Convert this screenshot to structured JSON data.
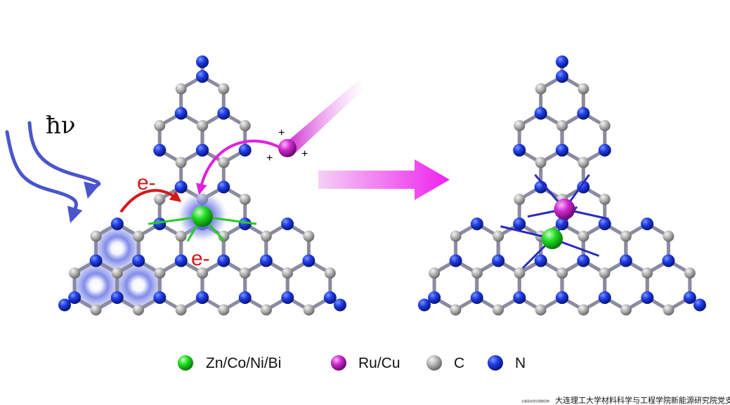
{
  "diagram": {
    "photon_label": "ħν",
    "electron_label_top": "e-",
    "electron_label_bottom": "e-",
    "plus_sign": "+"
  },
  "legend": {
    "items": [
      {
        "label": "Zn/Co/Ni/Bi",
        "color": "#22dd22"
      },
      {
        "label": "Ru/Cu",
        "color": "#cc22cc"
      },
      {
        "label": "C",
        "color": "#a8a8a8"
      },
      {
        "label": "N",
        "color": "#1a33dd"
      }
    ]
  },
  "footer": {
    "small_text": "全國高校理化實驗室網",
    "main_text": "大连理工大学材料科学与工程学院新能源研究院党支部"
  },
  "colors": {
    "nitrogen": "#1a33dd",
    "carbon": "#a8a8a8",
    "metal_single": "#22dd22",
    "metal_dual": "#cc22cc",
    "electron_arrow": "#d81818",
    "cation_arrow": "#e020e0",
    "light_arrow": "#4a55cc"
  }
}
